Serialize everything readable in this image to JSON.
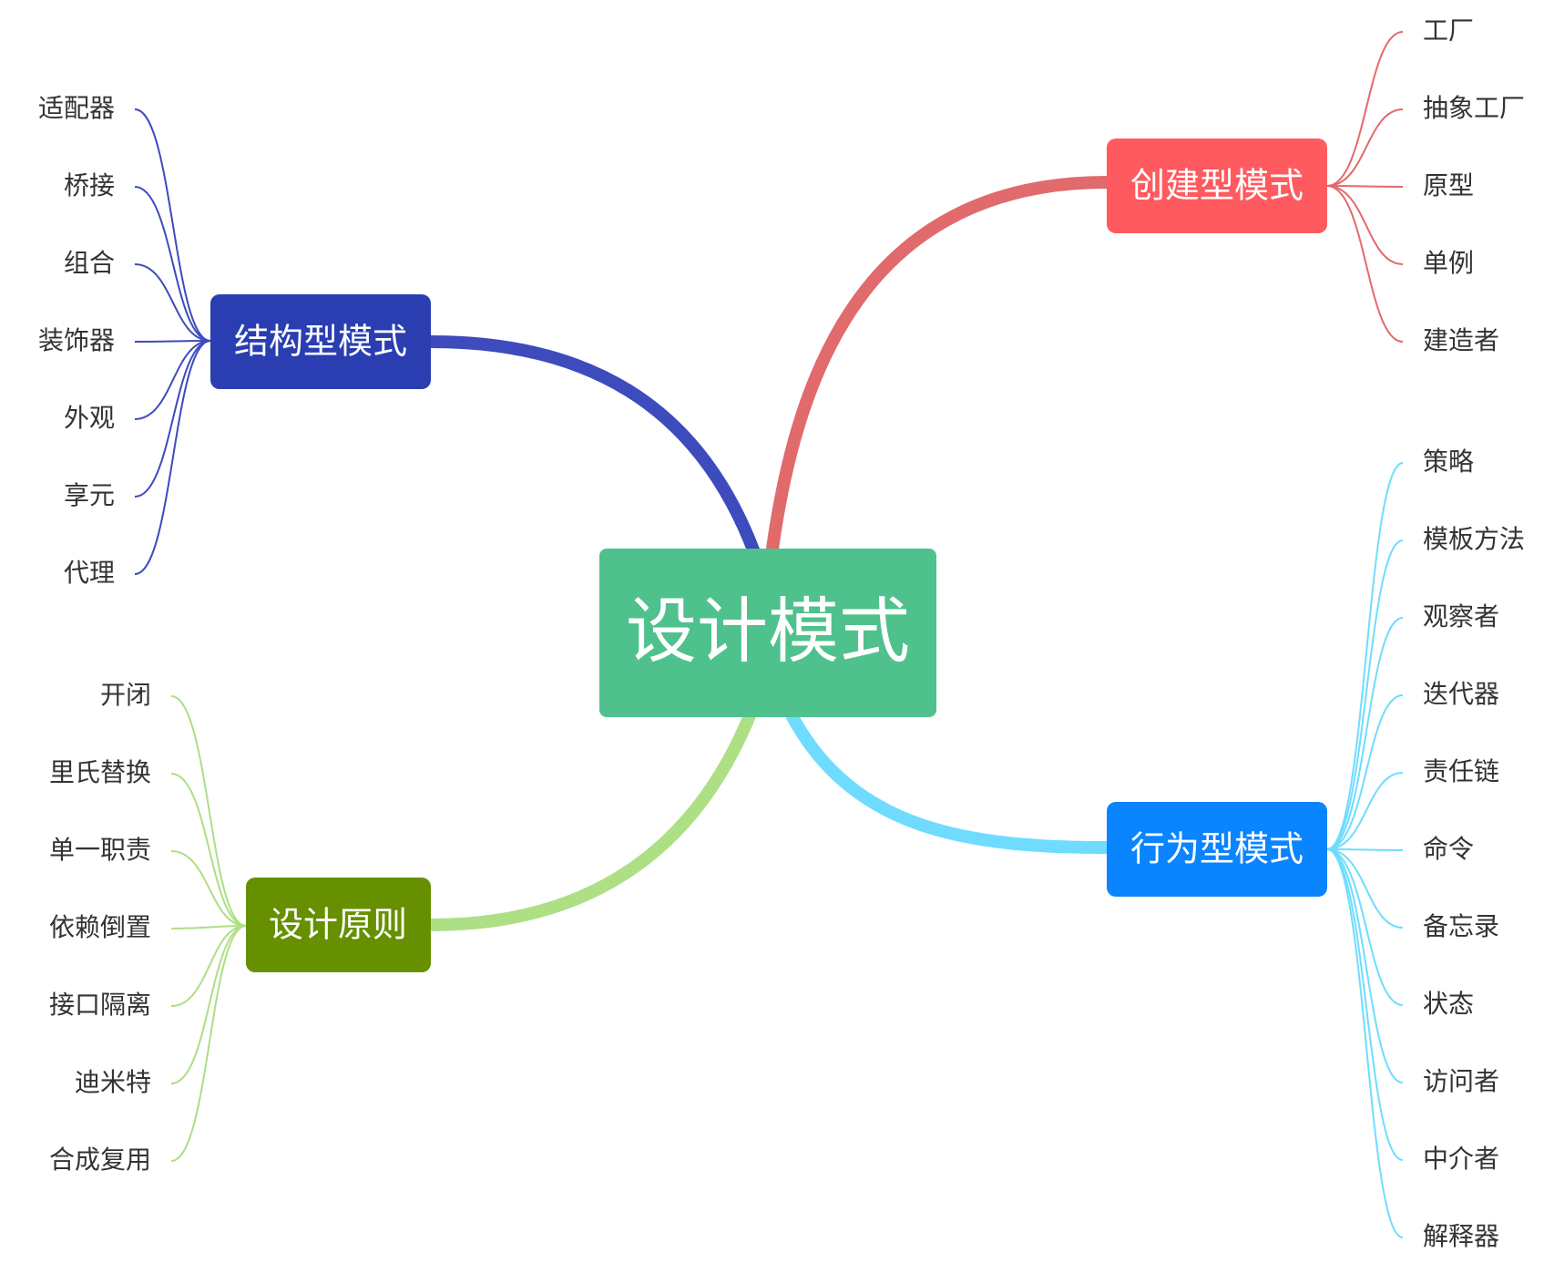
{
  "root": {
    "label": "设计模式",
    "color": "#4fc18c"
  },
  "branches": [
    {
      "id": "creational",
      "label": "创建型模式",
      "node_color": "#ff5a5f",
      "line_color": "#e16a6c",
      "items": [
        "工厂",
        "抽象工厂",
        "原型",
        "单例",
        "建造者"
      ]
    },
    {
      "id": "behavioral",
      "label": "行为型模式",
      "node_color": "#0a84ff",
      "line_color": "#6fdcff",
      "items": [
        "策略",
        "模板方法",
        "观察者",
        "迭代器",
        "责任链",
        "命令",
        "备忘录",
        "状态",
        "访问者",
        "中介者",
        "解释器"
      ]
    },
    {
      "id": "structural",
      "label": "结构型模式",
      "node_color": "#2a3eb1",
      "line_color": "#3d4bbd",
      "items": [
        "适配器",
        "桥接",
        "组合",
        "装饰器",
        "外观",
        "享元",
        "代理"
      ]
    },
    {
      "id": "principles",
      "label": "设计原则",
      "node_color": "#669000",
      "line_color": "#addf84",
      "items": [
        "开闭",
        "里氏替换",
        "单一职责",
        "依赖倒置",
        "接口隔离",
        "迪米特",
        "合成复用"
      ]
    }
  ]
}
